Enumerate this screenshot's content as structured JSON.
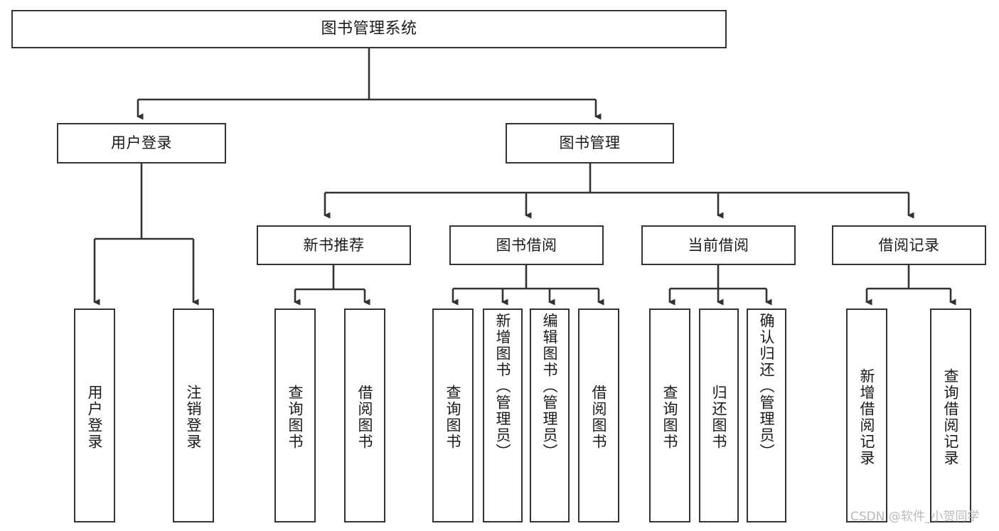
{
  "diagram": {
    "title": "图书管理系统",
    "type": "tree-hierarchy-chart",
    "colors": {
      "stroke": "#333333",
      "fill": "#ffffff",
      "text": "#1a1a1a",
      "watermark": "#b9b9b9"
    },
    "root": {
      "label": "图书管理系统"
    },
    "level2": [
      {
        "label": "用户登录"
      },
      {
        "label": "图书管理"
      }
    ],
    "level3": [
      {
        "label": "新书推荐"
      },
      {
        "label": "图书借阅"
      },
      {
        "label": "当前借阅"
      },
      {
        "label": "借阅记录"
      }
    ],
    "leaves": {
      "user_login": [
        {
          "label": "用户登录"
        },
        {
          "label": "注销登录"
        }
      ],
      "new_book_recommend": [
        {
          "label": "查询图书"
        },
        {
          "label": "借阅图书"
        }
      ],
      "book_borrow": [
        {
          "label": "查询图书"
        },
        {
          "label": "新增图书（管理员）"
        },
        {
          "label": "编辑图书（管理员）"
        },
        {
          "label": "借阅图书"
        }
      ],
      "current_borrow": [
        {
          "label": "查询图书"
        },
        {
          "label": "归还图书"
        },
        {
          "label": "确认归还（管理员）"
        }
      ],
      "borrow_record": [
        {
          "label": "新增借阅记录"
        },
        {
          "label": "查询借阅记录"
        }
      ]
    },
    "watermark": "CSDN @软件_小贺同学"
  }
}
